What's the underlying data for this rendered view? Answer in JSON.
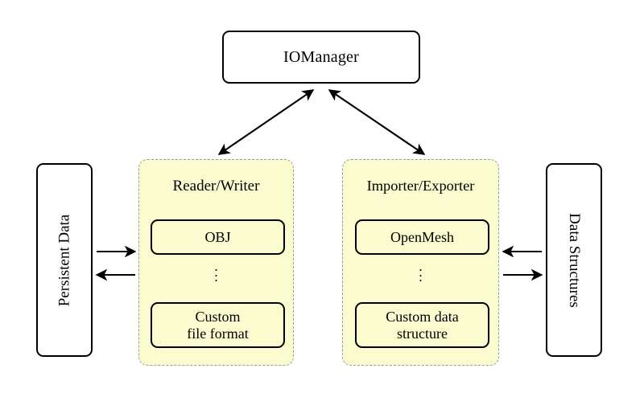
{
  "diagram": {
    "title_node": {
      "label": "IOManager"
    },
    "left_node": {
      "label": "Persistent Data"
    },
    "right_node": {
      "label": "Data Structures"
    },
    "groups": [
      {
        "title": "Reader/Writer",
        "top_item": "OBJ",
        "ellipsis": "⋮",
        "bottom_item_line1": "Custom",
        "bottom_item_line2": "file format"
      },
      {
        "title": "Importer/Exporter",
        "top_item": "OpenMesh",
        "ellipsis": "⋮",
        "bottom_item_line1": "Custom data",
        "bottom_item_line2": "structure"
      }
    ],
    "colors": {
      "group_fill": "#fbfbd0",
      "group_border": "#9a9a9a",
      "node_border": "#000000",
      "node_fill": "#ffffff",
      "background": "#ffffff",
      "arrow": "#000000"
    },
    "connectors": [
      {
        "name": "iomanager-to-readerwriter",
        "style": "double-headed"
      },
      {
        "name": "iomanager-to-importerexporter",
        "style": "double-headed"
      },
      {
        "name": "persistent-data-to-readerwriter",
        "style": "single-headed-right"
      },
      {
        "name": "readerwriter-to-persistent-data",
        "style": "single-headed-left"
      },
      {
        "name": "data-structures-to-importerexporter",
        "style": "single-headed-left"
      },
      {
        "name": "importerexporter-to-data-structures",
        "style": "single-headed-right"
      }
    ]
  }
}
